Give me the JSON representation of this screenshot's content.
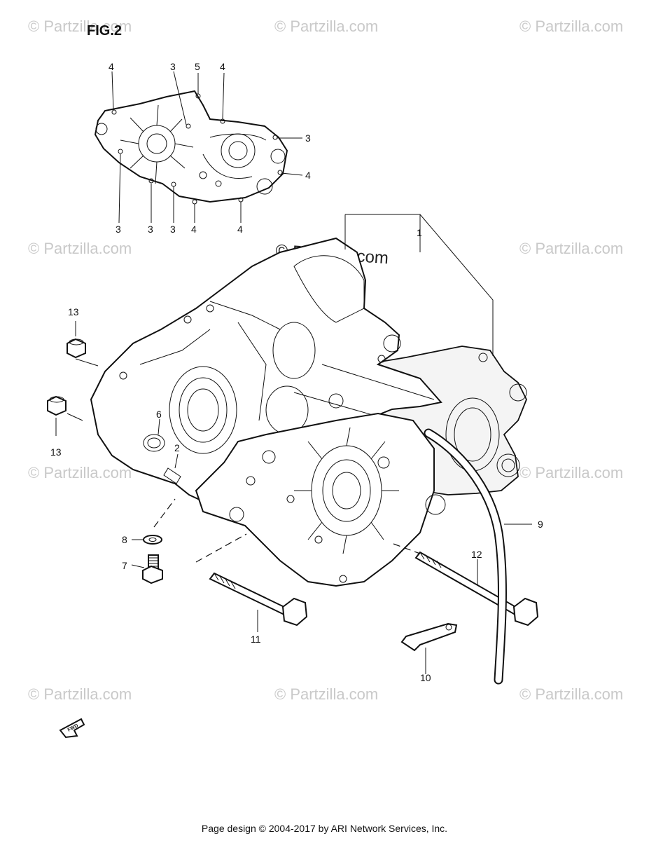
{
  "figure": {
    "title": "FIG.2"
  },
  "watermarks": {
    "text": "© Partzilla.com",
    "prominent": "© Partzilla.com"
  },
  "callouts": {
    "c1": "1",
    "c2": "2",
    "c3": "3",
    "c4": "4",
    "c5": "5",
    "c6": "6",
    "c7": "7",
    "c8": "8",
    "c9": "9",
    "c10": "10",
    "c11": "11",
    "c12": "12",
    "c13": "13"
  },
  "fwd_label": "FWD",
  "footer": "Page design © 2004-2017 by ARI Network Services, Inc.",
  "colors": {
    "line": "#111111",
    "watermark": "#c9c9c9",
    "background": "#ffffff"
  }
}
